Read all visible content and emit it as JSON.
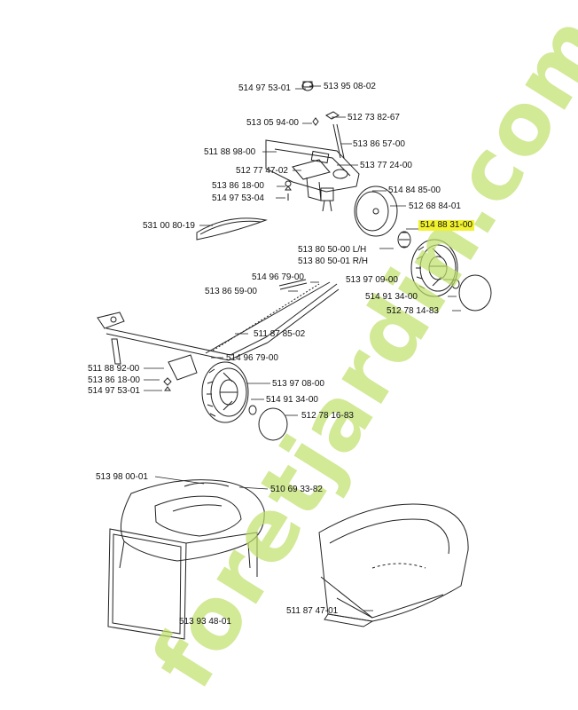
{
  "highlight_color": "#f2f230",
  "watermark": {
    "text": "foretjardin.com",
    "color": "#bfe06a",
    "accent": "#f39a2a"
  },
  "labels": {
    "p1": "514 97 53-01",
    "p2": "513 95 08-02",
    "p3": "513 05 94-00",
    "p4": "512 73 82-67",
    "p5": "513 86 57-00",
    "p6": "511 88 98-00",
    "p7": "512 77 47-02",
    "p8": "513 77 24-00",
    "p9": "513 86 18-00",
    "p10": "514 84 85-00",
    "p11": "514 97 53-04",
    "p12": "512 68 84-01",
    "p13": "514 88 31-00",
    "p14": "531 00 80-19",
    "p15": "513 80 50-00 L/H",
    "p16": "513 80 50-01 R/H",
    "p17": "514 96 79-00",
    "p18": "513 97 09-00",
    "p19": "513 86 59-00",
    "p20": "514 91 34-00",
    "p21": "512 78 14-83",
    "p22": "511 87 85-02",
    "p23": "514 96 79-00",
    "p24": "511 88 92-00",
    "p25": "513 86 18-00",
    "p26": "513 97  08-00",
    "p27": "514 97 53-01",
    "p28": "514 91 34-00",
    "p29": "512 78 16-83",
    "p30": "513 98 00-01",
    "p31": "510 69 33-82",
    "p32": "511 87 47-01",
    "p33": "513 93 48-01"
  }
}
